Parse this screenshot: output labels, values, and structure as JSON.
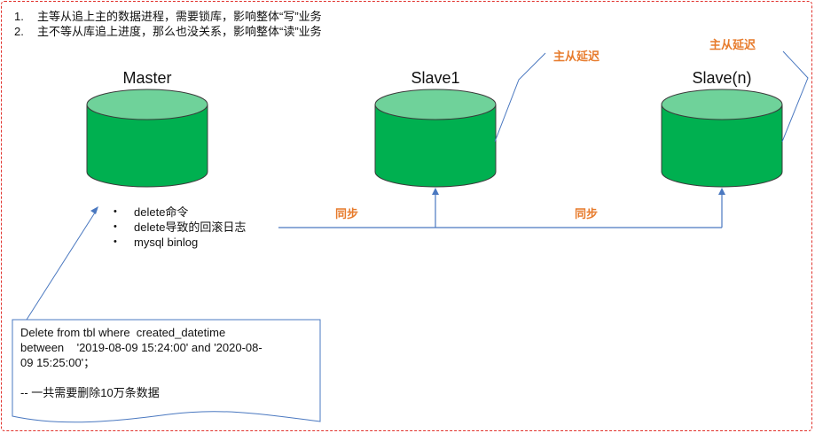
{
  "intro": {
    "items": [
      {
        "num": "1.",
        "text": "主等从追上主的数据进程，需要锁库，影响整体“写”业务"
      },
      {
        "num": "2.",
        "text": "主不等从库追上进度，那么也没关系，影响整体“读”业务"
      }
    ]
  },
  "nodes": {
    "master": "Master",
    "slave1": "Slave1",
    "slaven": "Slave(n)"
  },
  "delay_labels": {
    "slave1": "主从延迟",
    "slaven": "主从延迟"
  },
  "sync_labels": {
    "left": "同步",
    "right": "同步"
  },
  "bullets": [
    "delete命令",
    "delete导致的回滚日志",
    "mysql binlog"
  ],
  "bullet_glyph": "•",
  "note": {
    "lines": [
      "Delete from tbl where  created_datetime",
      "between    '2019-08-09 15:24:00' and '2020-08-",
      "09 15:25:00'；",
      "",
      "-- 一共需要删除10万条数据"
    ]
  },
  "colors": {
    "cylinder_body": "#00b050",
    "cylinder_top": "#6fd29a",
    "accent_orange": "#e77b2c",
    "connector_blue": "#4a78c0",
    "frame_red": "#e0302a"
  }
}
